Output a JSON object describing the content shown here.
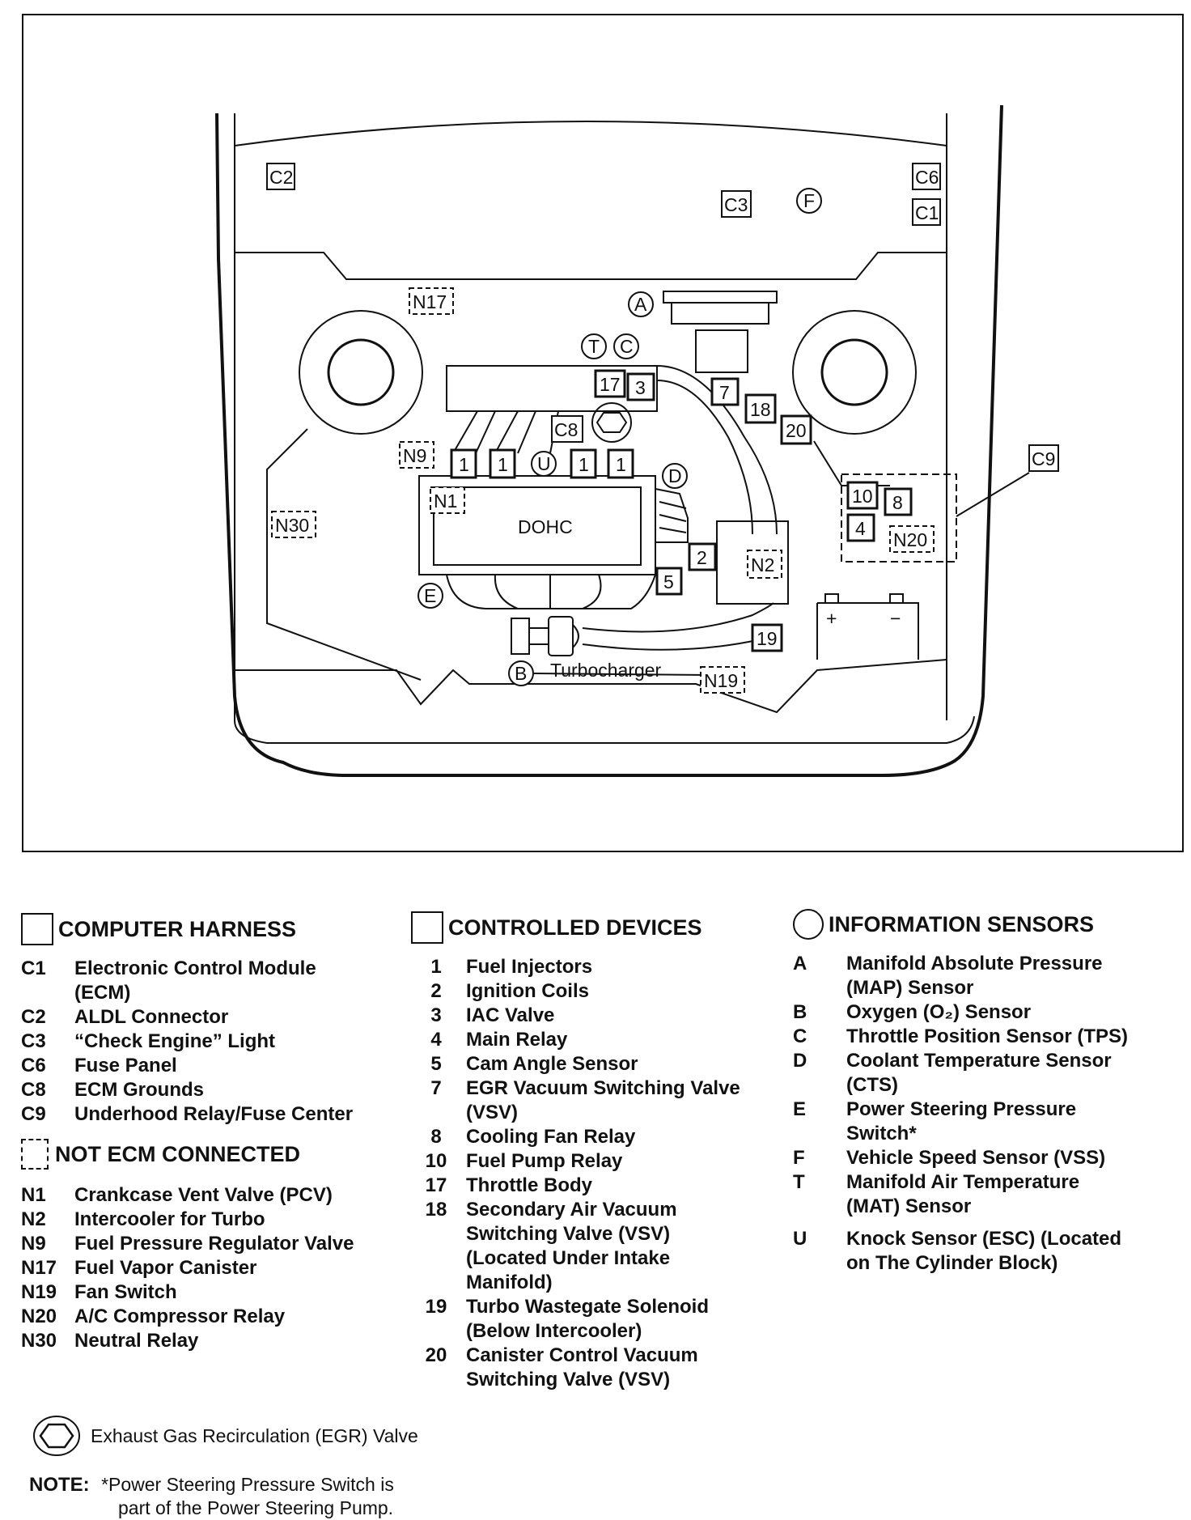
{
  "diagram": {
    "computer_harness_labels": [
      "C2",
      "C3",
      "C6",
      "C1",
      "C8",
      "C9"
    ],
    "controlled_device_labels": [
      "17",
      "3",
      "7",
      "18",
      "20",
      "1",
      "1",
      "1",
      "1",
      "10",
      "8",
      "4",
      "2",
      "5",
      "19"
    ],
    "sensor_labels": [
      "A",
      "T",
      "C",
      "F",
      "U",
      "D",
      "E",
      "B"
    ],
    "not_connected_labels": [
      "N17",
      "N9",
      "N1",
      "N30",
      "N2",
      "N20",
      "N19"
    ],
    "engine_label": "DOHC",
    "turbo_label": "Turbocharger",
    "battery_plus": "+",
    "battery_minus": "−"
  },
  "legend": {
    "computer_harness": {
      "title": "COMPUTER HARNESS",
      "items": [
        {
          "code": "C1",
          "desc": "Electronic Control Module\n(ECM)"
        },
        {
          "code": "C2",
          "desc": "ALDL Connector"
        },
        {
          "code": "C3",
          "desc": "“Check Engine” Light"
        },
        {
          "code": "C6",
          "desc": "Fuse Panel"
        },
        {
          "code": "C8",
          "desc": "ECM Grounds"
        },
        {
          "code": "C9",
          "desc": "Underhood Relay/Fuse Center"
        }
      ]
    },
    "not_ecm_connected": {
      "title": "NOT ECM CONNECTED",
      "items": [
        {
          "code": "N1",
          "desc": "Crankcase Vent Valve (PCV)"
        },
        {
          "code": "N2",
          "desc": "Intercooler for Turbo"
        },
        {
          "code": "N9",
          "desc": "Fuel Pressure Regulator Valve"
        },
        {
          "code": "N17",
          "desc": "Fuel Vapor Canister"
        },
        {
          "code": "N19",
          "desc": "Fan Switch"
        },
        {
          "code": "N20",
          "desc": "A/C Compressor Relay"
        },
        {
          "code": "N30",
          "desc": "Neutral Relay"
        }
      ]
    },
    "controlled_devices": {
      "title": "CONTROLLED DEVICES",
      "items": [
        {
          "code": "1",
          "desc": "Fuel Injectors"
        },
        {
          "code": "2",
          "desc": "Ignition Coils"
        },
        {
          "code": "3",
          "desc": "IAC Valve"
        },
        {
          "code": "4",
          "desc": "Main Relay"
        },
        {
          "code": "5",
          "desc": "Cam Angle Sensor"
        },
        {
          "code": "7",
          "desc": "EGR Vacuum Switching Valve\n(VSV)"
        },
        {
          "code": "8",
          "desc": "Cooling Fan Relay"
        },
        {
          "code": "10",
          "desc": "Fuel Pump Relay"
        },
        {
          "code": "17",
          "desc": "Throttle Body"
        },
        {
          "code": "18",
          "desc": "Secondary Air Vacuum\nSwitching Valve (VSV)\n(Located Under Intake\nManifold)"
        },
        {
          "code": "19",
          "desc": "Turbo Wastegate Solenoid\n(Below Intercooler)"
        },
        {
          "code": "20",
          "desc": "Canister Control Vacuum\nSwitching Valve (VSV)"
        }
      ]
    },
    "information_sensors": {
      "title": "INFORMATION SENSORS",
      "items": [
        {
          "code": "A",
          "desc": "Manifold Absolute Pressure\n(MAP) Sensor"
        },
        {
          "code": "B",
          "desc": "Oxygen (O₂) Sensor"
        },
        {
          "code": "C",
          "desc": "Throttle Position Sensor (TPS)"
        },
        {
          "code": "D",
          "desc": "Coolant Temperature Sensor\n(CTS)"
        },
        {
          "code": "E",
          "desc": "Power Steering Pressure\nSwitch*"
        },
        {
          "code": "F",
          "desc": "Vehicle Speed Sensor (VSS)"
        },
        {
          "code": "T",
          "desc": "Manifold Air Temperature\n(MAT) Sensor"
        },
        {
          "code": "U",
          "desc": "Knock Sensor (ESC) (Located\non The Cylinder Block)"
        }
      ]
    }
  },
  "footer": {
    "egr_label": "Exhaust Gas Recirculation (EGR) Valve",
    "note_label": "NOTE:",
    "note_line1": "*Power Steering Pressure Switch is",
    "note_line2": "part of the Power Steering Pump."
  }
}
